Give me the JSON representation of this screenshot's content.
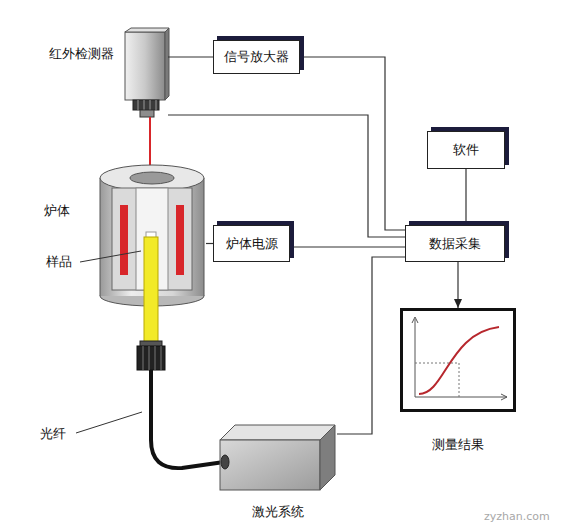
{
  "diagram": {
    "nodes": [
      {
        "text": [
          "红外检测器"
        ]
      },
      {
        "text": [
          "信号放大器"
        ]
      },
      {
        "text": [
          "软件"
        ]
      },
      {
        "text": [
          "炉体"
        ]
      },
      {
        "text": [
          "炉体电源"
        ]
      },
      {
        "text": [
          "数据采集"
        ]
      },
      {
        "text": [
          "测量结果"
        ]
      },
      {
        "text": [
          "激光系统"
        ]
      }
    ],
    "edges": [
      {
        "from": 0,
        "to": 1,
        "arrow": "none"
      },
      {
        "from": 1,
        "to": 5,
        "arrow": "none"
      },
      {
        "from": 0,
        "to": 5,
        "arrow": "none"
      },
      {
        "from": 2,
        "to": 5,
        "arrow": "none"
      },
      {
        "from": 3,
        "to": 4,
        "arrow": "none"
      },
      {
        "from": 4,
        "to": 5,
        "arrow": "none"
      },
      {
        "from": 7,
        "to": 5,
        "arrow": "none"
      },
      {
        "from": 5,
        "to": 6,
        "arrow": "to"
      }
    ],
    "labels": [
      "样品",
      "光纤",
      "zyzhan.com"
    ]
  }
}
